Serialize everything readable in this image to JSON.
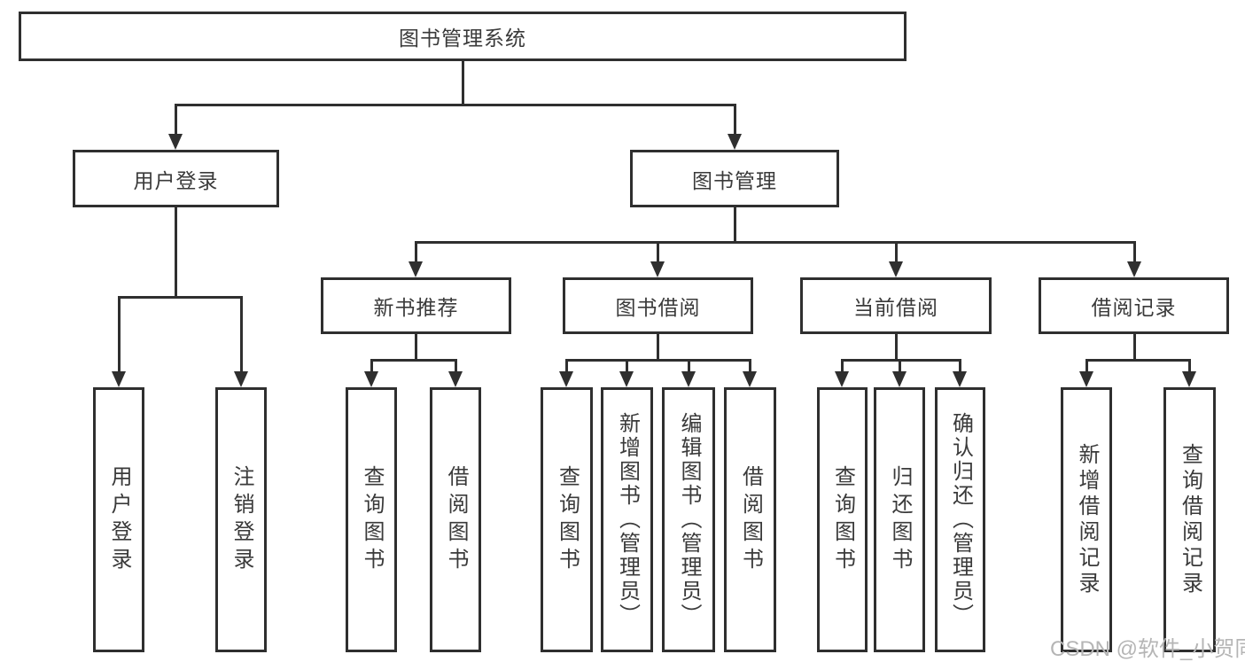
{
  "nodes": {
    "root": "图书管理系统",
    "user_login": "用户登录",
    "book_mgmt": "图书管理",
    "new_book_rec": "新书推荐",
    "book_borrow": "图书借阅",
    "current_borrow": "当前借阅",
    "borrow_records": "借阅记录",
    "login": "用户登录",
    "logout": "注销登录",
    "rec_query_books": "查询图书",
    "rec_borrow_books": "借阅图书",
    "bb_query_books": "查询图书",
    "bb_add_book_admin": "新增图书（管理员）",
    "bb_edit_book_admin": "编辑图书（管理员）",
    "bb_borrow_books": "借阅图书",
    "cb_query_books": "查询图书",
    "cb_return_books": "归还图书",
    "cb_confirm_return_admin": "确认归还（管理员）",
    "br_add_record": "新增借阅记录",
    "br_query_record": "查询借阅记录"
  },
  "edges": [
    [
      "root",
      "user_login"
    ],
    [
      "root",
      "book_mgmt"
    ],
    [
      "user_login",
      "login"
    ],
    [
      "user_login",
      "logout"
    ],
    [
      "book_mgmt",
      "new_book_rec"
    ],
    [
      "book_mgmt",
      "book_borrow"
    ],
    [
      "book_mgmt",
      "current_borrow"
    ],
    [
      "book_mgmt",
      "borrow_records"
    ],
    [
      "new_book_rec",
      "rec_query_books"
    ],
    [
      "new_book_rec",
      "rec_borrow_books"
    ],
    [
      "book_borrow",
      "bb_query_books"
    ],
    [
      "book_borrow",
      "bb_add_book_admin"
    ],
    [
      "book_borrow",
      "bb_edit_book_admin"
    ],
    [
      "book_borrow",
      "bb_borrow_books"
    ],
    [
      "current_borrow",
      "cb_query_books"
    ],
    [
      "current_borrow",
      "cb_return_books"
    ],
    [
      "current_borrow",
      "cb_confirm_return_admin"
    ],
    [
      "borrow_records",
      "br_add_record"
    ],
    [
      "borrow_records",
      "br_query_record"
    ]
  ],
  "watermark": "CSDN @软件_小贺同学",
  "colors": {
    "line": "#2f2f2f",
    "text": "#3a3a3a",
    "watermark": "#b5b5b5",
    "background": "#ffffff"
  }
}
